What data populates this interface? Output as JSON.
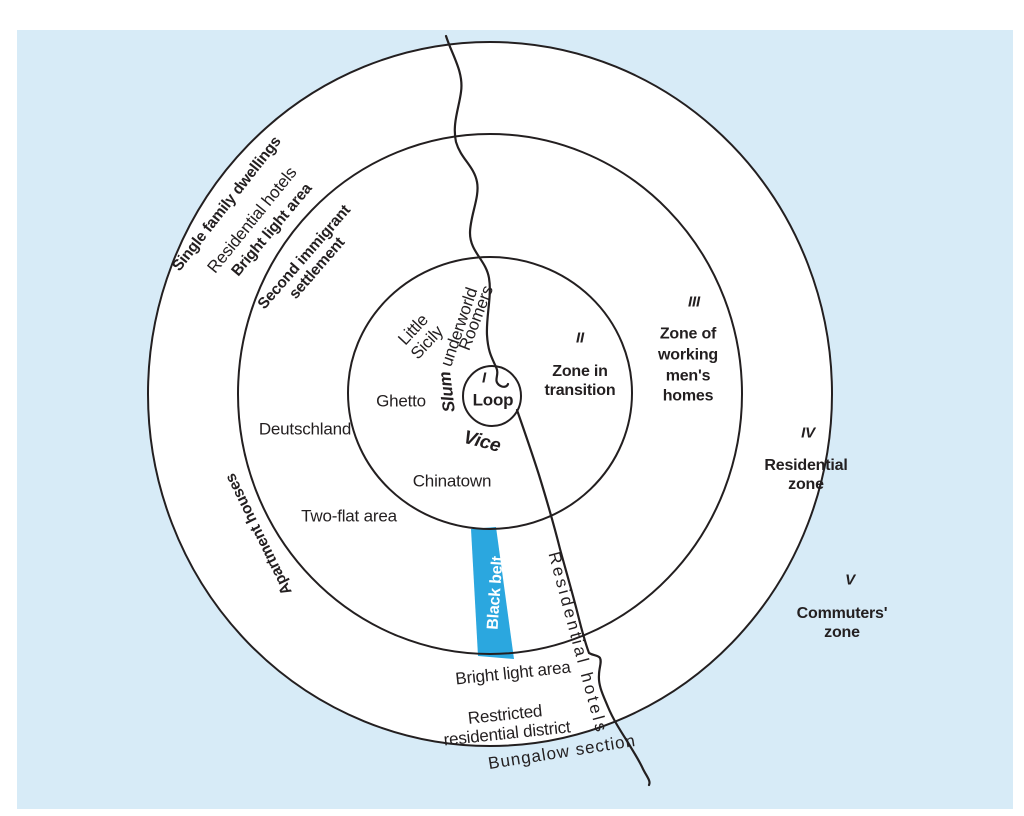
{
  "figure": {
    "description": "Burgess concentric zone model diagram"
  },
  "colors": {
    "background": "#ffffff",
    "panel": "#D7EBF7",
    "line": "#231F20",
    "band": "#2BA7DF",
    "band_text": "#ffffff"
  },
  "zones": {
    "i": {
      "numeral": "I",
      "label": "Loop"
    },
    "ii": {
      "numeral": "II",
      "label": "Zone in\ntransition"
    },
    "iii": {
      "numeral": "III",
      "label": "Zone of\nworking\nmen's\nhomes"
    },
    "iv": {
      "numeral": "IV",
      "label": "Residential\nzone"
    },
    "v": {
      "numeral": "V",
      "label": "Commuters'\nzone"
    }
  },
  "areas": {
    "single_family_dwellings": "Single family dwellings",
    "residential_hotels_nw": "Residential hotels",
    "bright_light_area_nw": "Bright light area",
    "second_immigrant_settlement": "Second immigrant\nsettlement",
    "apartment_houses": "Apartment houses",
    "deutschland": "Deutschland",
    "two_flat_area": "Two-flat area",
    "little_sicily": "Little\nSicily",
    "roomers": "Roomers",
    "underworld": "underworld",
    "slum": "Slum",
    "ghetto": "Ghetto",
    "vice": "Vice",
    "chinatown": "Chinatown",
    "black_belt": "Black belt",
    "residential_hotels_se": "Residential hotels",
    "bright_light_area_s": "Bright light area",
    "restricted_residential_district": "Restricted\nresidential district",
    "bungalow_section": "Bungalow section"
  }
}
